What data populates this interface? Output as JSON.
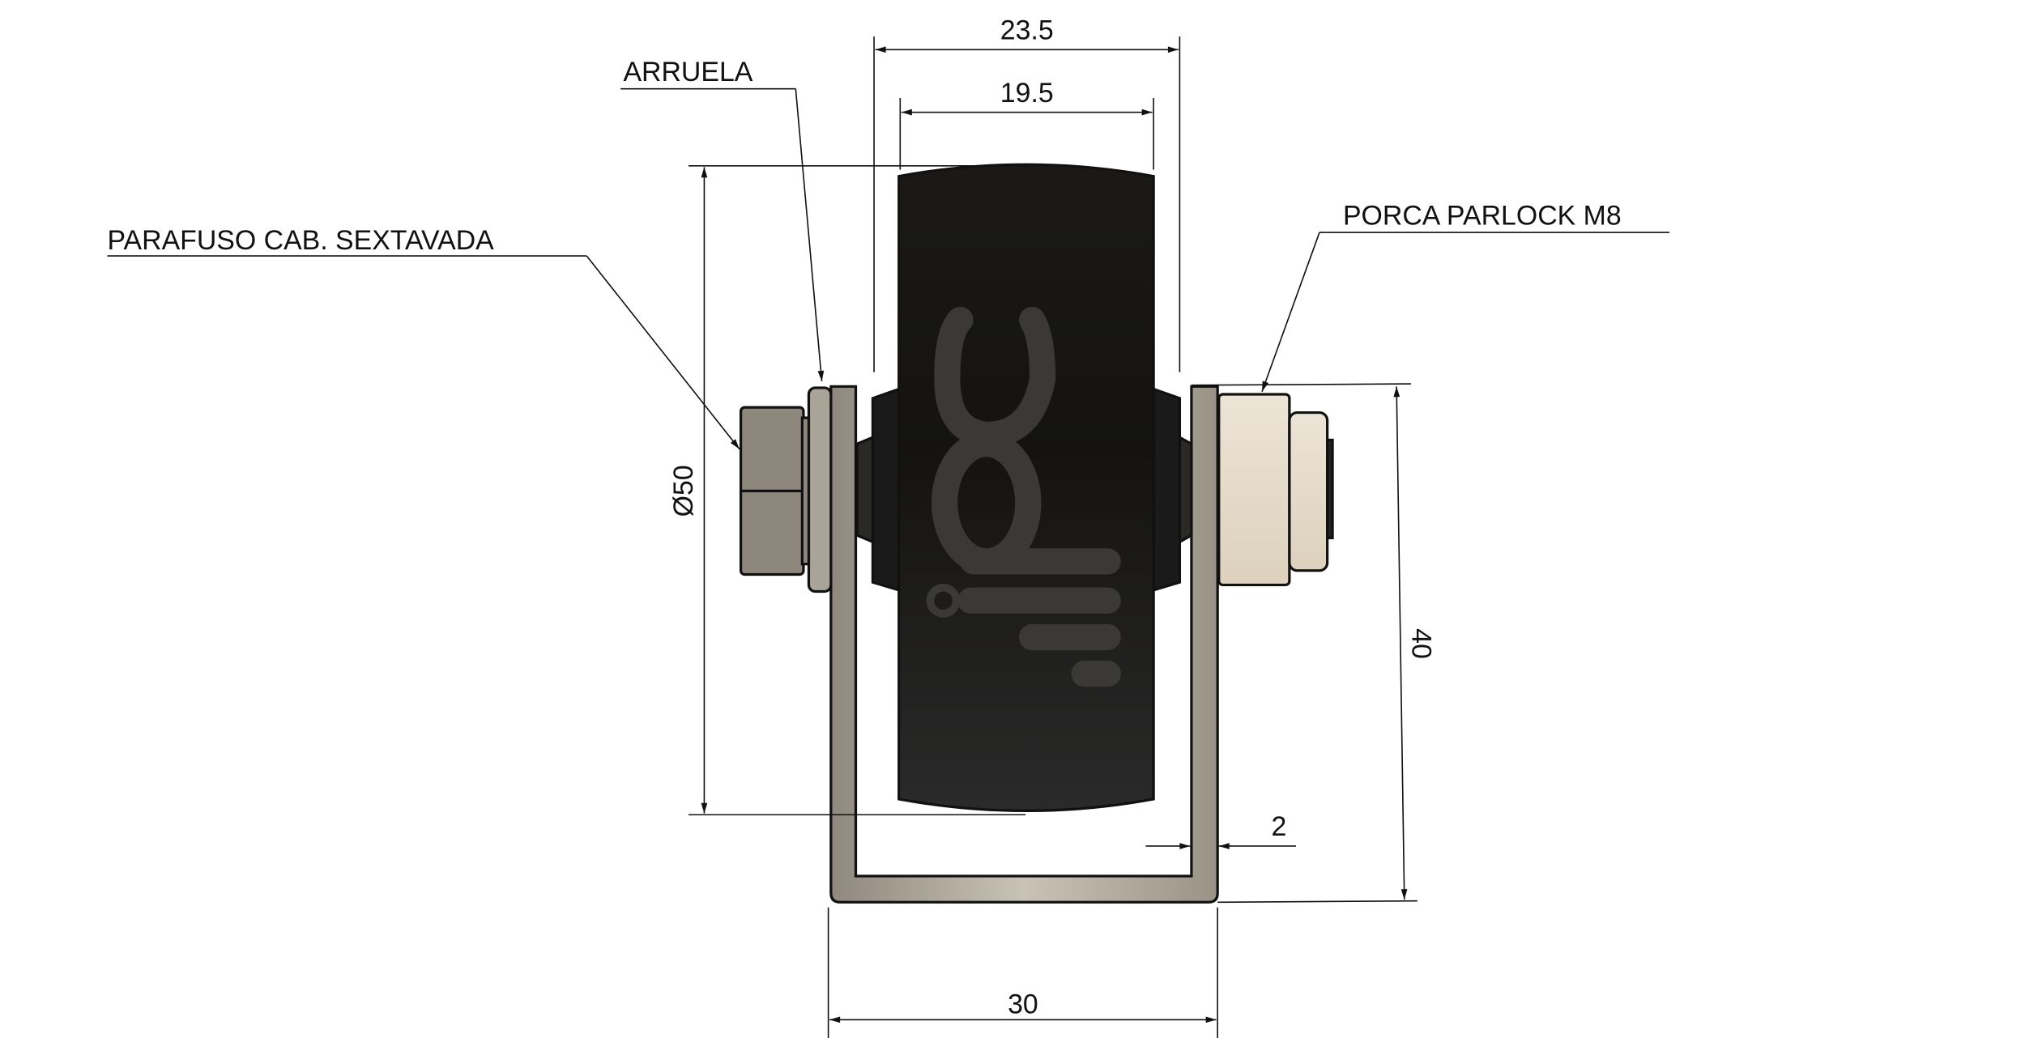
{
  "labels": {
    "washer": "ARRUELA",
    "bolt": "PARAFUSO CAB. SEXTAVADA",
    "nut": "PORCA PARLOCK M8"
  },
  "dimensions": {
    "overall_width": "23.5",
    "wheel_width": "19.5",
    "diameter": "Ø50",
    "height": "40",
    "thickness": "2",
    "bracket_width": "30"
  },
  "colors": {
    "wheel": "#1c1b19",
    "bracket": "#a8a296",
    "bolt": "#8e877c",
    "nut": "#e6dccb",
    "logo": "#3a3936"
  }
}
